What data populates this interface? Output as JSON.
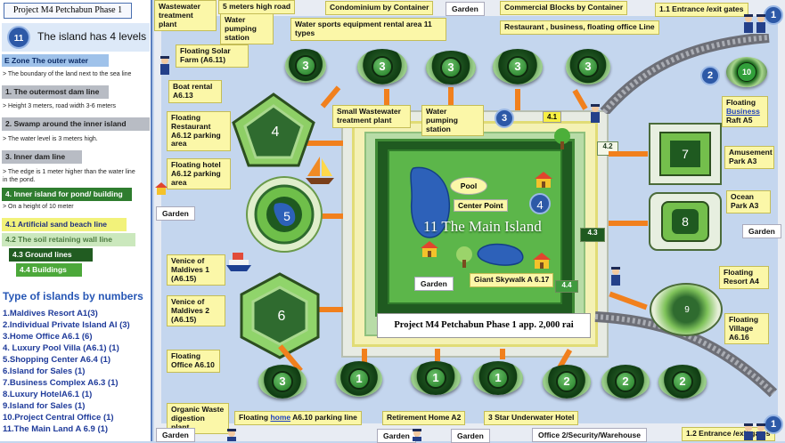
{
  "legend": {
    "project_title": "Project M4 Petchabun Phase 1",
    "levels_badge": "11",
    "levels_text": "The island has 4 levels",
    "zone_e": "E Zone The outer water",
    "note_boundary": "> The boundary of the land next to the sea line",
    "outer_dam": "1. The outermost dam line",
    "note_height": "> Height 3 meters, road width 3-6 meters",
    "swamp": "2. Swamp around the inner island",
    "note_water": "> The water level is 3 meters high.",
    "inner_dam": "3. Inner dam line",
    "note_edge1": "> The edge is 1 meter higher than the water line",
    "note_edge2": "in the pond.",
    "inner_island": "4. Inner island for pond/ building",
    "note_height10": "> On a height of 10 meter",
    "artificial_beach": "4.1 Artificial sand beach line",
    "soil_wall": "4.2 The soil retaining wall line",
    "ground_lines": "4.3 Ground lines",
    "buildings": "4.4 Buildings",
    "types_title": "Type of islands by numbers",
    "types": [
      "1.Maldives Resort A1(3)",
      "2.Individual Private Island AI (3)",
      "3.Home Office A6.1 (6)",
      "4. Luxury Pool Villa (A6.1) (1)",
      "5.Shopping Center A6.4 (1)",
      "6.Island for Sales (1)",
      "7.Business Complex A6.3 (1)",
      "8.Luxury HotelA6.1 (1)",
      "9.Island for Sales (1)",
      "10.Project Central Office (1)",
      "11.The Main Land A 6.9 (1)"
    ]
  },
  "map": {
    "top_labels": {
      "wastewater_plant": "Wastewater treatment plant",
      "high_road": "5 meters high road",
      "condominium": "Condominium by Container",
      "garden_top": "Garden",
      "commercial_blocks": "Commercial Blocks by Container",
      "entrance_1_1": "1.1 Entrance /exit gates",
      "water_pumping_top": "Water pumping station",
      "water_sports": "Water sports equipment rental area 11 types",
      "restaurant_line": "Restaurant , business, floating office Line"
    },
    "left_labels": {
      "floating_solar": "Floating Solar Farm (A6.11)",
      "boat_rental": "Boat rental A6.13",
      "floating_restaurant": "Floating Restaurant A6.12 parking area",
      "floating_hotel": "Floating hotel A6.12 parking area",
      "garden_left": "Garden",
      "venice1": "Venice of Maldives 1 (A6.15)",
      "venice2": "Venice of Maldives 2 (A6.15)",
      "floating_office": "Floating Office A6.10",
      "organic_waste": "Organic Waste digestion plant"
    },
    "inner_labels": {
      "small_wastewater": "Small Wastewater treatment plant",
      "water_pumping_inner": "Water pumping station",
      "tag_4_1": "4.1",
      "tag_4_2": "4.2",
      "tag_4_3": "4.3",
      "tag_4_4": "4.4",
      "pool": "Pool",
      "center_point": "Center Point",
      "main_island_num": "11",
      "main_island_title": "The Main Island",
      "garden_inner": "Garden",
      "skywalk": "Giant Skywalk A 6.17",
      "project_area": "Project M4 Petchabun Phase 1 app. 2,000 rai"
    },
    "right_labels": {
      "floating_business_prefix": "Floating",
      "floating_business_link": "Business",
      "floating_business_suffix": "Raft A5",
      "amusement_park": "Amusement Park A3",
      "ocean_park": "Ocean Park A3",
      "garden_right": "Garden",
      "floating_resort": "Floating Resort A4",
      "floating_village": "Floating Village A6.16"
    },
    "bottom_labels": {
      "floating_home_prefix": "Floating",
      "floating_home_link": "home",
      "floating_home_suffix": "A6.10 parking line",
      "retirement_home": "Retirement Home A2",
      "underwater_hotel": "3 Star Underwater Hotel",
      "garden_b1": "Garden",
      "garden_b2": "Garden",
      "garden_b3": "Garden",
      "office_gate": "Office 2/Security/Warehouse",
      "entrance_1_2": "1.2 Entrance /exit gates"
    },
    "badges": {
      "top_badge_1": "1",
      "badge_2": "2",
      "badge_3": "3",
      "bottom_badge_1": "1"
    },
    "island_numbers": {
      "top_pods": [
        "3",
        "3",
        "3",
        "3",
        "3"
      ],
      "pod_10": "10",
      "pentagon": "4",
      "island5": "5",
      "hexagon": "6",
      "island7": "7",
      "island8": "8",
      "island9": "9",
      "bottom_pods": [
        "3",
        "1",
        "1",
        "1",
        "2",
        "2",
        "2"
      ],
      "inner_badge_4": "4"
    }
  }
}
